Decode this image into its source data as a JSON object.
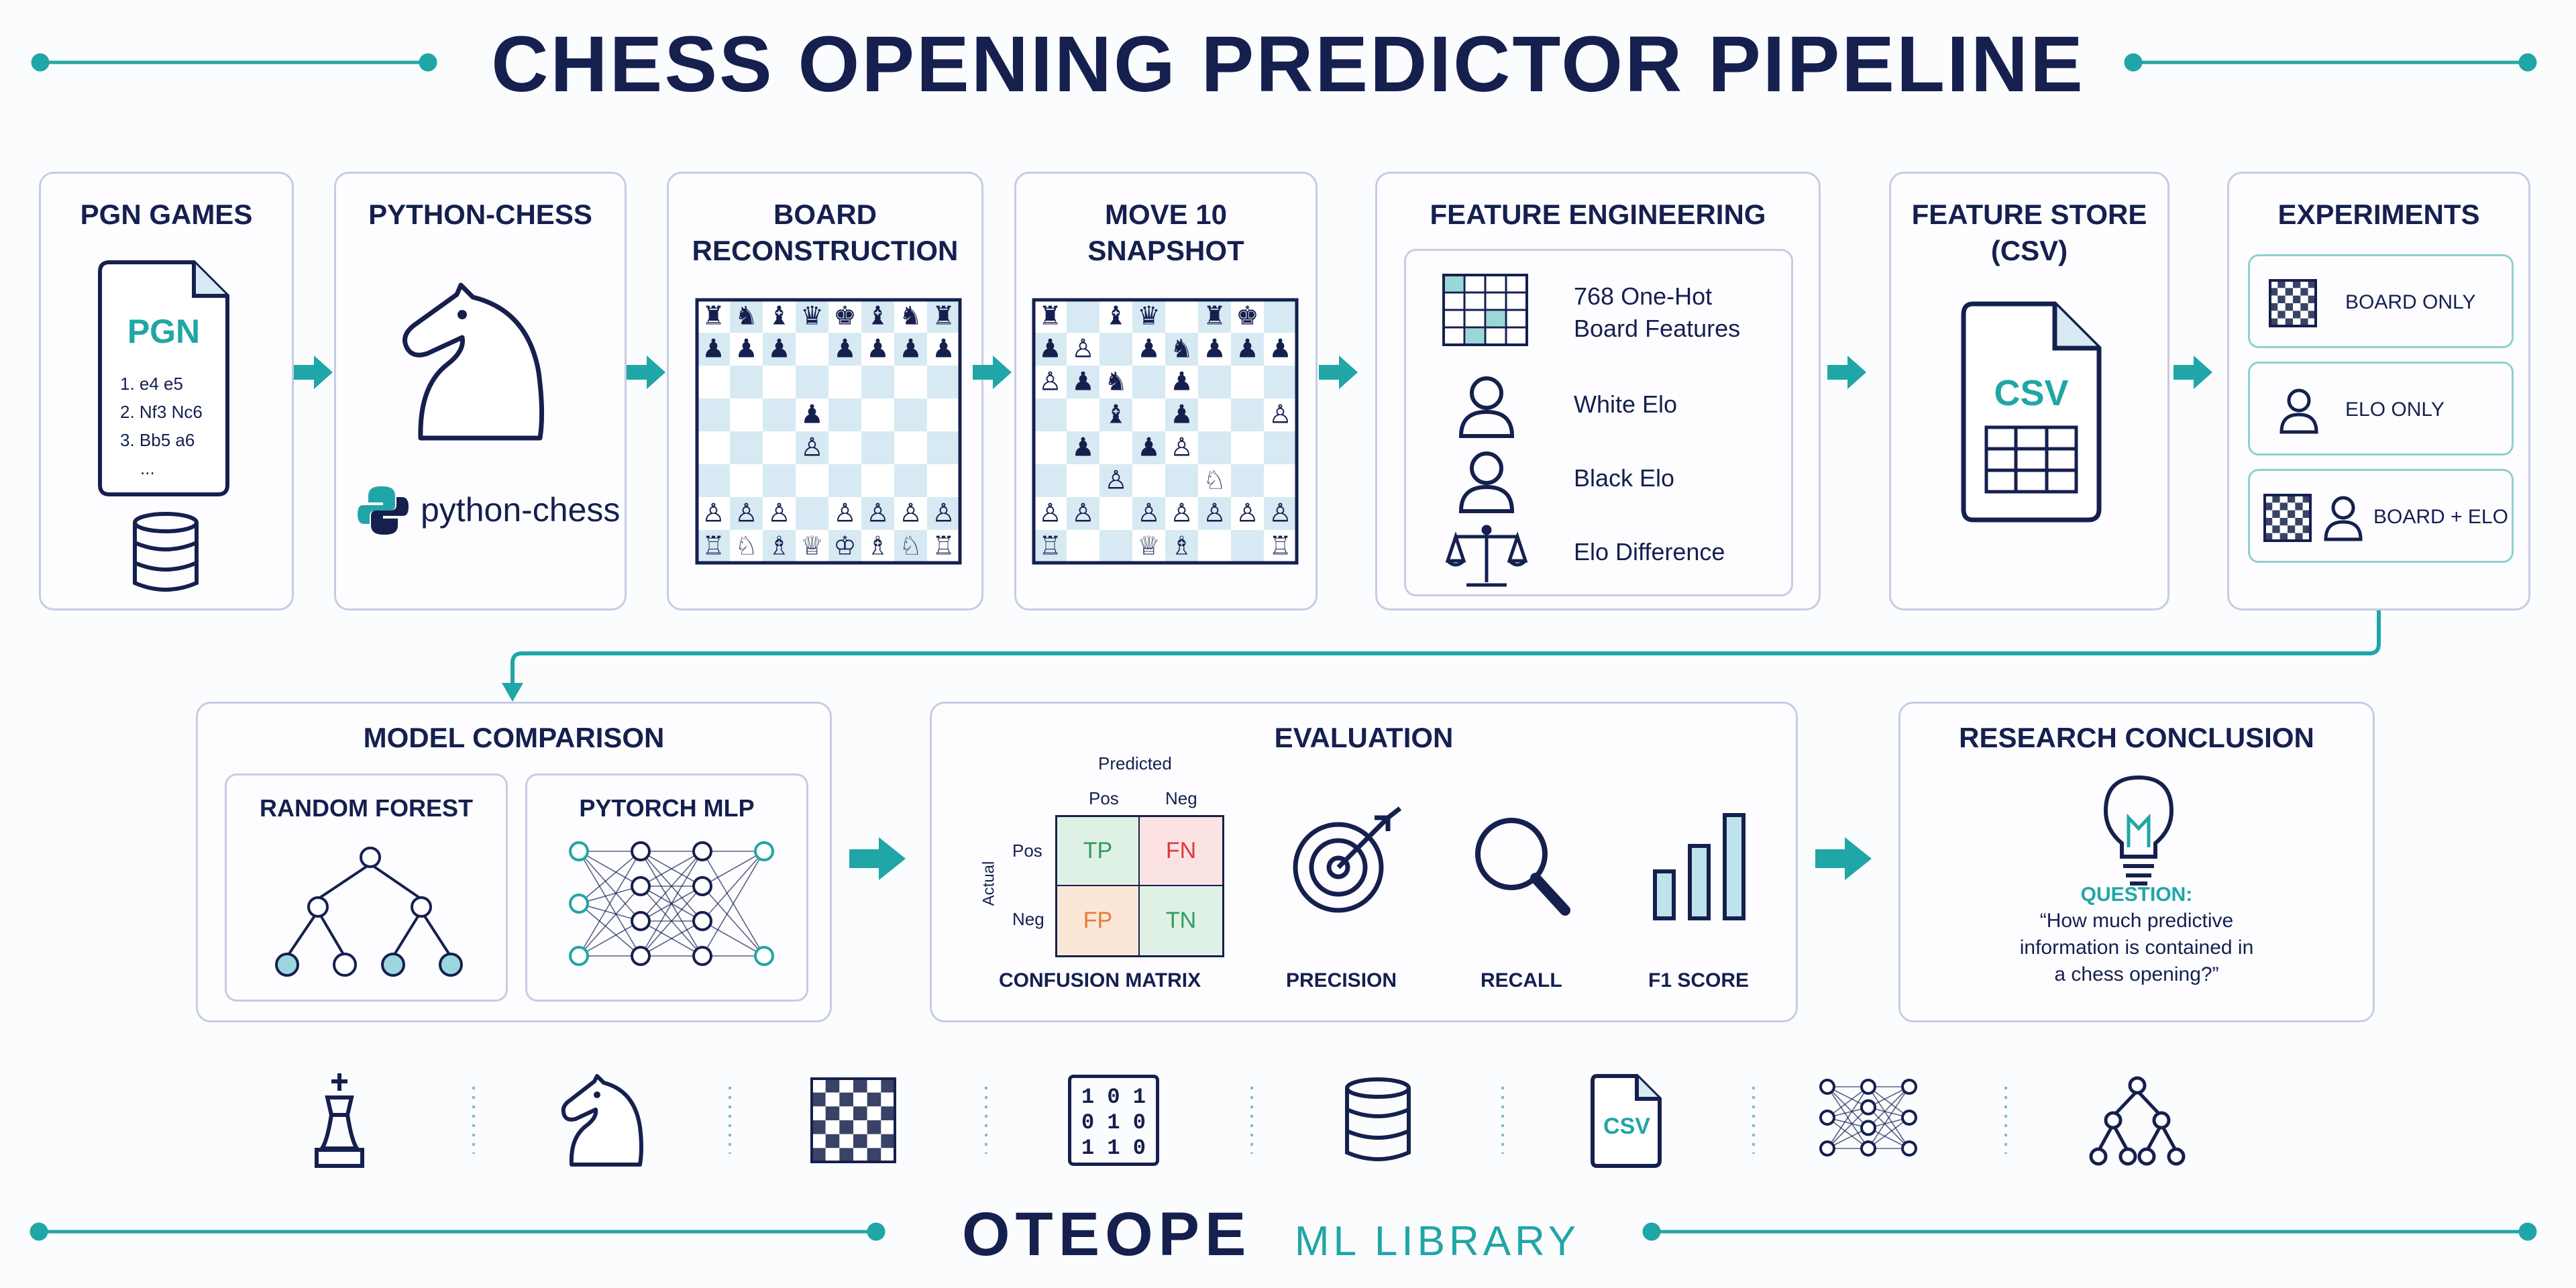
{
  "title": "CHESS OPENING PREDICTOR PIPELINE",
  "colors": {
    "navy": "#15204f",
    "teal": "#20a6a6",
    "border": "#c6cce4",
    "board_light": "#d7eaf3"
  },
  "stages": {
    "pgn": {
      "title": "PGN GAMES",
      "doc_label": "PGN",
      "moves": [
        "1.  e4  e5",
        "2.  Nf3  Nc6",
        "3.  Bb5  a6",
        "..."
      ]
    },
    "python_chess": {
      "title": "PYTHON-CHESS",
      "lib_label": "python-chess"
    },
    "board": {
      "title": "BOARD\nRECONSTRUCTION"
    },
    "snapshot": {
      "title": "MOVE 10\nSNAPSHOT"
    },
    "features": {
      "title": "FEATURE ENGINEERING",
      "items": [
        "768 One-Hot\nBoard Features",
        "White Elo",
        "Black Elo",
        "Elo Difference"
      ]
    },
    "store": {
      "title": "FEATURE STORE\n(CSV)",
      "doc_label": "CSV"
    },
    "experiments": {
      "title": "EXPERIMENTS",
      "options": [
        "BOARD ONLY",
        "ELO ONLY",
        "BOARD + ELO"
      ]
    }
  },
  "models": {
    "title": "MODEL COMPARISON",
    "rf": "RANDOM FOREST",
    "mlp": "PYTORCH MLP"
  },
  "evaluation": {
    "title": "EVALUATION",
    "matrix": {
      "predicted": "Predicted",
      "actual": "Actual",
      "cols": [
        "Pos",
        "Neg"
      ],
      "rows": [
        "Pos",
        "Neg"
      ],
      "cells": [
        "TP",
        "FN",
        "FP",
        "TN"
      ],
      "caption": "CONFUSION MATRIX"
    },
    "metrics": [
      "PRECISION",
      "RECALL",
      "F1 SCORE"
    ]
  },
  "conclusion": {
    "title": "RESEARCH CONCLUSION",
    "question_label": "QUESTION:",
    "question": "“How much predictive\ninformation is contained in\na chess opening?”"
  },
  "footer": {
    "brand": "OTEOPE",
    "sub": "ML LIBRARY",
    "binary": [
      "1 0 1",
      "0 1 0",
      "1 1 0"
    ],
    "csv": "CSV"
  }
}
